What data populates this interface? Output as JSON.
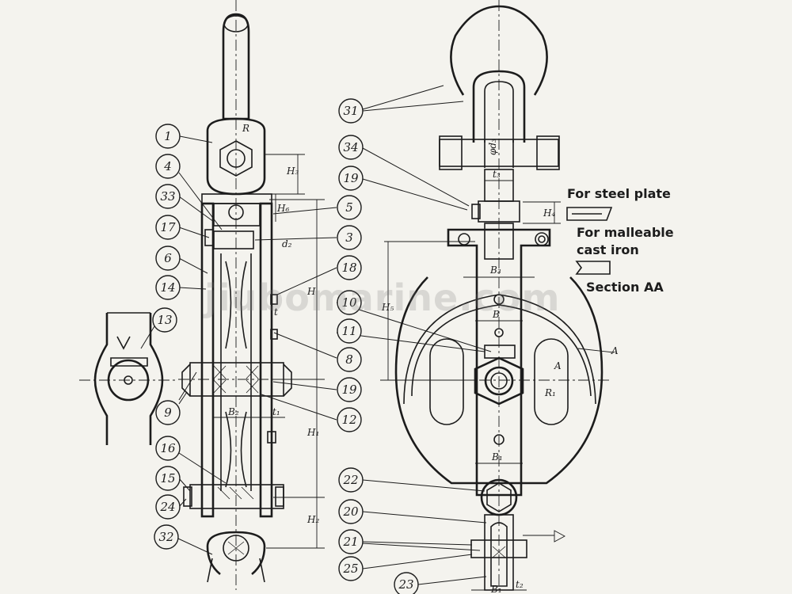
{
  "watermark": "jiubomarine.com",
  "legend": {
    "steel_plate": "For steel plate",
    "malleable_line1": "For malleable",
    "malleable_line2": "cast iron",
    "section": "Section AA"
  },
  "callouts": [
    {
      "id": "c1",
      "label": "1"
    },
    {
      "id": "c4",
      "label": "4"
    },
    {
      "id": "c33",
      "label": "33"
    },
    {
      "id": "c17",
      "label": "17"
    },
    {
      "id": "c6",
      "label": "6"
    },
    {
      "id": "c14",
      "label": "14"
    },
    {
      "id": "c13",
      "label": "13"
    },
    {
      "id": "c9",
      "label": "9"
    },
    {
      "id": "c16",
      "label": "16"
    },
    {
      "id": "c15",
      "label": "15"
    },
    {
      "id": "c24",
      "label": "24"
    },
    {
      "id": "c32",
      "label": "32"
    },
    {
      "id": "c5",
      "label": "5"
    },
    {
      "id": "c3",
      "label": "3"
    },
    {
      "id": "c18",
      "label": "18"
    },
    {
      "id": "c10",
      "label": "10"
    },
    {
      "id": "c11",
      "label": "11"
    },
    {
      "id": "c8",
      "label": "8"
    },
    {
      "id": "c19b",
      "label": "19"
    },
    {
      "id": "c12",
      "label": "12"
    },
    {
      "id": "c31",
      "label": "31"
    },
    {
      "id": "c34",
      "label": "34"
    },
    {
      "id": "c19a",
      "label": "19"
    },
    {
      "id": "c22",
      "label": "22"
    },
    {
      "id": "c20",
      "label": "20"
    },
    {
      "id": "c21",
      "label": "21"
    },
    {
      "id": "c25",
      "label": "25"
    },
    {
      "id": "c23",
      "label": "23"
    }
  ],
  "dims": {
    "R": "R",
    "H3": "H₃",
    "H6": "H₆",
    "d2": "d₂",
    "H": "H",
    "t": "t",
    "B2": "B₂",
    "t1": "t₁",
    "H1": "H₁",
    "H2": "H₂",
    "d3": "φd₃",
    "t3": "t₃",
    "H4": "H₄",
    "B3": "B₃",
    "H5": "H₅",
    "B": "B",
    "A1": "A",
    "A2": "A",
    "R1": "R₁",
    "B1": "B₁",
    "t2": "t₂",
    "B4": "B₁"
  }
}
